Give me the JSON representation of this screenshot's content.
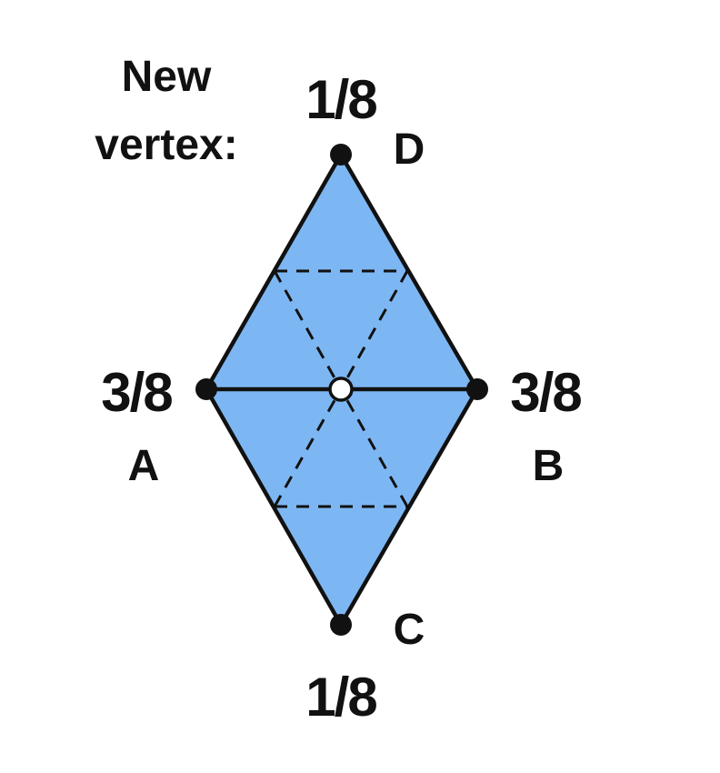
{
  "caption": {
    "line1": "New",
    "line2": "vertex:"
  },
  "vertices": {
    "A": {
      "name": "A",
      "weight": "3/8"
    },
    "B": {
      "name": "B",
      "weight": "3/8"
    },
    "C": {
      "name": "C",
      "weight": "1/8"
    },
    "D": {
      "name": "D",
      "weight": "1/8"
    }
  },
  "colors": {
    "fill": "#7db7f3",
    "stroke": "#111111",
    "new_vertex": "#ffffff"
  }
}
